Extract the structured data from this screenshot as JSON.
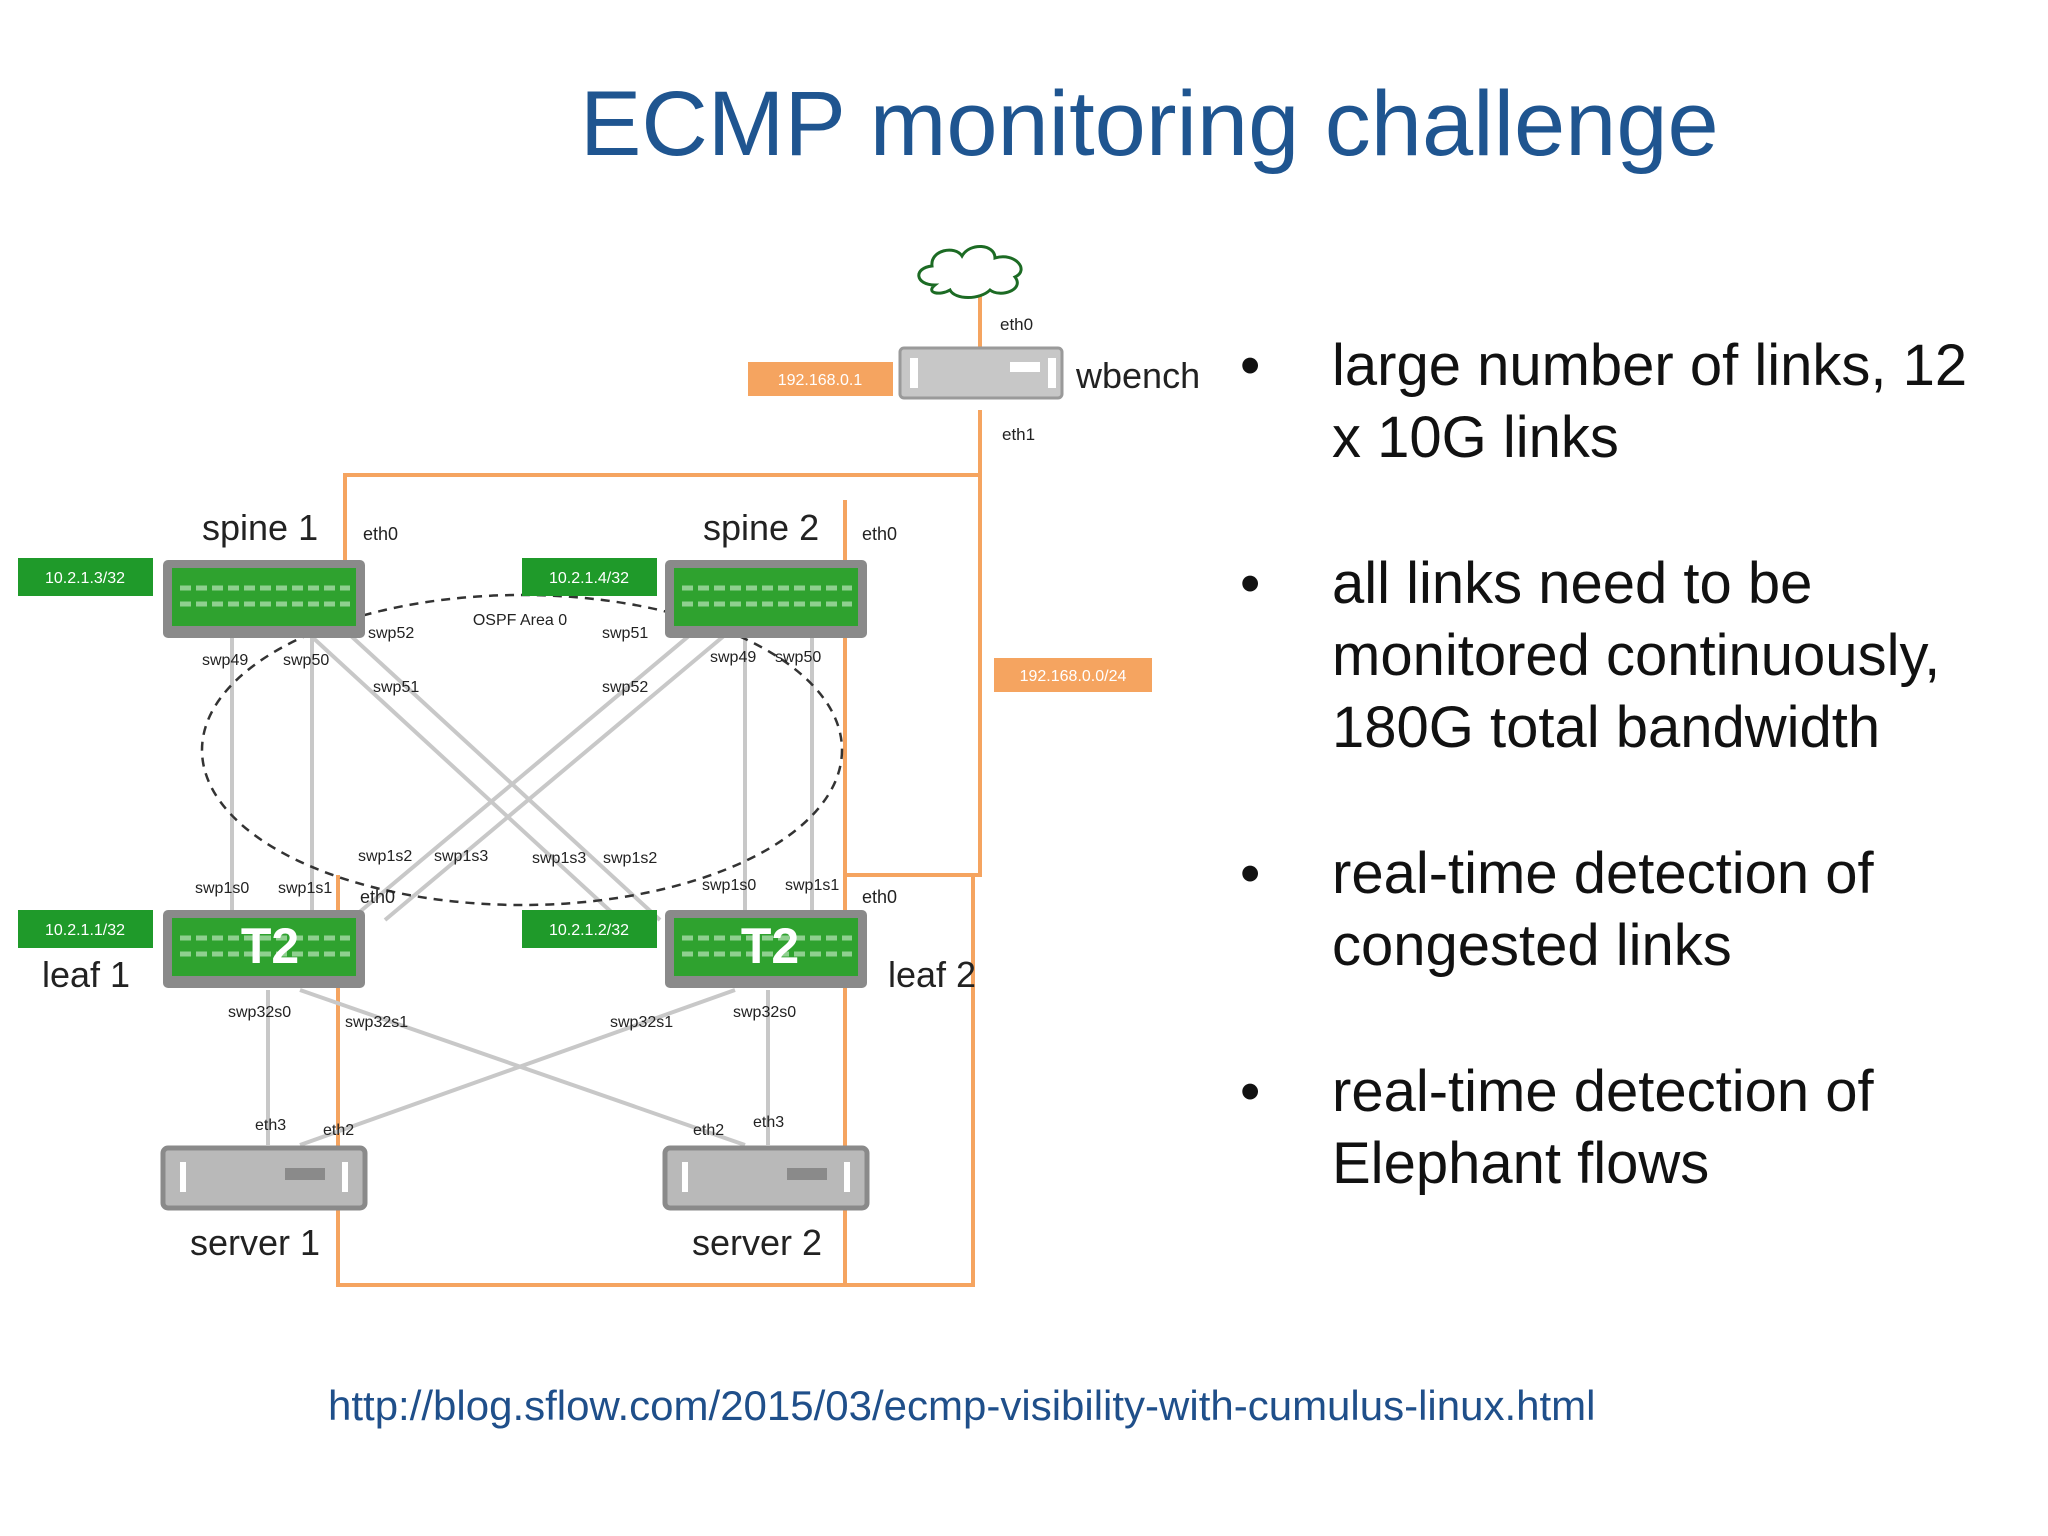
{
  "slide": {
    "title": "ECMP monitoring challenge",
    "link": "http://blog.sflow.com/2015/03/ecmp-visibility-with-cumulus-linux.html"
  },
  "bullets": [
    {
      "marker": "•",
      "lines": [
        "large number of links, 12",
        "x 10G links"
      ]
    },
    {
      "marker": "•",
      "lines": [
        "all links need to be",
        "monitored continuously,",
        "180G total bandwidth"
      ]
    },
    {
      "marker": "•",
      "lines": [
        "real-time detection of",
        "congested links"
      ]
    },
    {
      "marker": "•",
      "lines": [
        "real-time detection of",
        "Elephant flows"
      ]
    }
  ],
  "diagram": {
    "colors": {
      "mgmt": "#f5a460",
      "ip_green": "#1f9a2a",
      "switch_green": "#2fa22f",
      "link_gray": "#c8c8c8",
      "server_gray": "#b9b9b9"
    },
    "cloud": {
      "icon": "cloud-icon",
      "eth": "eth0"
    },
    "wbench": {
      "name": "wbench",
      "ip": "192.168.0.1",
      "eth_bottom": "eth1"
    },
    "mgmt_subnet": "192.168.0.0/24",
    "ospf_label": "OSPF Area 0",
    "spine1": {
      "name": "spine 1",
      "ip": "10.2.1.3/32",
      "eth": "eth0"
    },
    "spine2": {
      "name": "spine 2",
      "ip": "10.2.1.4/32",
      "eth": "eth0"
    },
    "leaf1": {
      "name": "leaf 1",
      "ip": "10.2.1.1/32",
      "eth": "eth0",
      "badge": "T2"
    },
    "leaf2": {
      "name": "leaf 2",
      "ip": "10.2.1.2/32",
      "eth": "eth0",
      "badge": "T2"
    },
    "server1": {
      "name": "server 1"
    },
    "server2": {
      "name": "server 2"
    },
    "port_labels": {
      "s1_swp49": "swp49",
      "s1_swp50": "swp50",
      "s1_swp52": "swp52",
      "s1_swp51": "swp51",
      "s2_swp51": "swp51",
      "s2_swp52": "swp52",
      "s2_swp49": "swp49",
      "s2_swp50": "swp50",
      "l1_swp1s0": "swp1s0",
      "l1_swp1s1": "swp1s1",
      "l1_swp1s2": "swp1s2",
      "l1_swp1s3": "swp1s3",
      "l2_swp1s3": "swp1s3",
      "l2_swp1s2": "swp1s2",
      "l2_swp1s0": "swp1s0",
      "l2_swp1s1": "swp1s1",
      "l1_swp32s0": "swp32s0",
      "l1_swp32s1": "swp32s1",
      "l2_swp32s1": "swp32s1",
      "l2_swp32s0": "swp32s0",
      "srv1_eth3": "eth3",
      "srv1_eth2": "eth2",
      "srv2_eth2": "eth2",
      "srv2_eth3": "eth3"
    }
  }
}
